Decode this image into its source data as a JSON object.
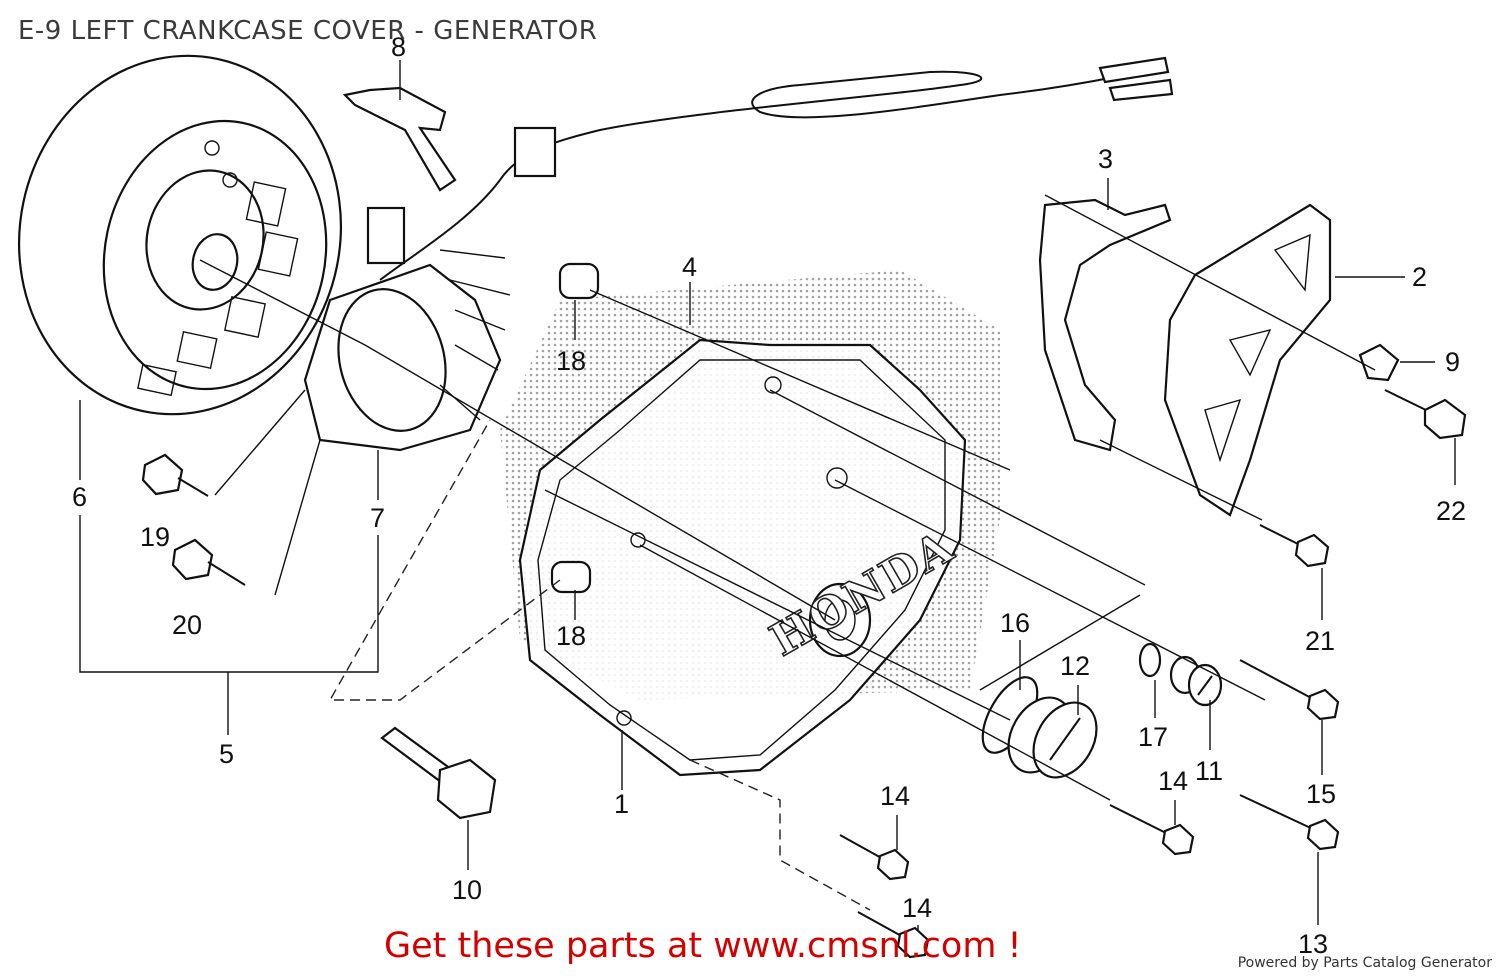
{
  "title": "E-9 LEFT CRANKCASE COVER - GENERATOR",
  "diagram_logo_text": "HONDA",
  "callouts": [
    {
      "id": "c1",
      "label": "1"
    },
    {
      "id": "c2",
      "label": "2"
    },
    {
      "id": "c3",
      "label": "3"
    },
    {
      "id": "c4",
      "label": "4"
    },
    {
      "id": "c5",
      "label": "5"
    },
    {
      "id": "c6",
      "label": "6"
    },
    {
      "id": "c7",
      "label": "7"
    },
    {
      "id": "c8",
      "label": "8"
    },
    {
      "id": "c9",
      "label": "9"
    },
    {
      "id": "c10",
      "label": "10"
    },
    {
      "id": "c11",
      "label": "11"
    },
    {
      "id": "c12",
      "label": "12"
    },
    {
      "id": "c13",
      "label": "13"
    },
    {
      "id": "c14a",
      "label": "14"
    },
    {
      "id": "c14b",
      "label": "14"
    },
    {
      "id": "c14c",
      "label": "14"
    },
    {
      "id": "c15",
      "label": "15"
    },
    {
      "id": "c16",
      "label": "16"
    },
    {
      "id": "c17",
      "label": "17"
    },
    {
      "id": "c18a",
      "label": "18"
    },
    {
      "id": "c18b",
      "label": "18"
    },
    {
      "id": "c19",
      "label": "19"
    },
    {
      "id": "c20",
      "label": "20"
    },
    {
      "id": "c21",
      "label": "21"
    },
    {
      "id": "c22",
      "label": "22"
    }
  ],
  "cta_text": "Get these parts at www.cmsnl.com !",
  "footer_text": "Powered by Parts Catalog Generator",
  "colors": {
    "cta": "#d40000",
    "line": "#111111",
    "title": "#3a3a3a"
  }
}
